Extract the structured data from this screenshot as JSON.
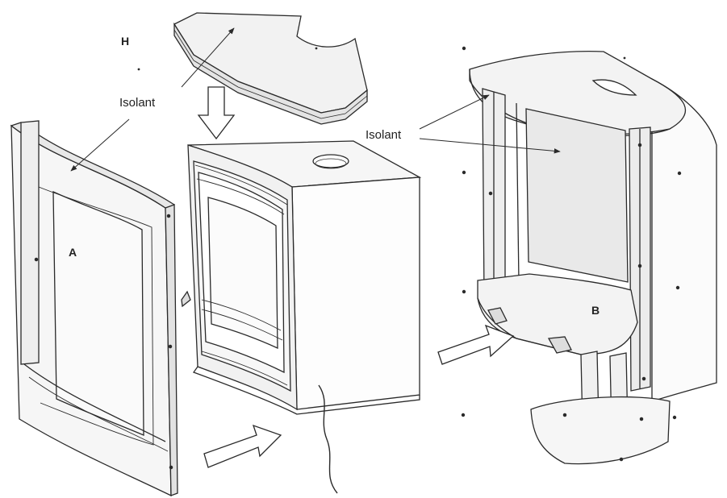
{
  "labels": {
    "isolant_left": "Isolant",
    "isolant_right": "Isolant",
    "part_h": "H",
    "part_a": "A",
    "part_b": "B"
  },
  "colors": {
    "line": "#2a2a2a",
    "panel_fill": "#f4f4f4",
    "insulation_fill": "#e6e6e6",
    "background": "#ffffff"
  }
}
